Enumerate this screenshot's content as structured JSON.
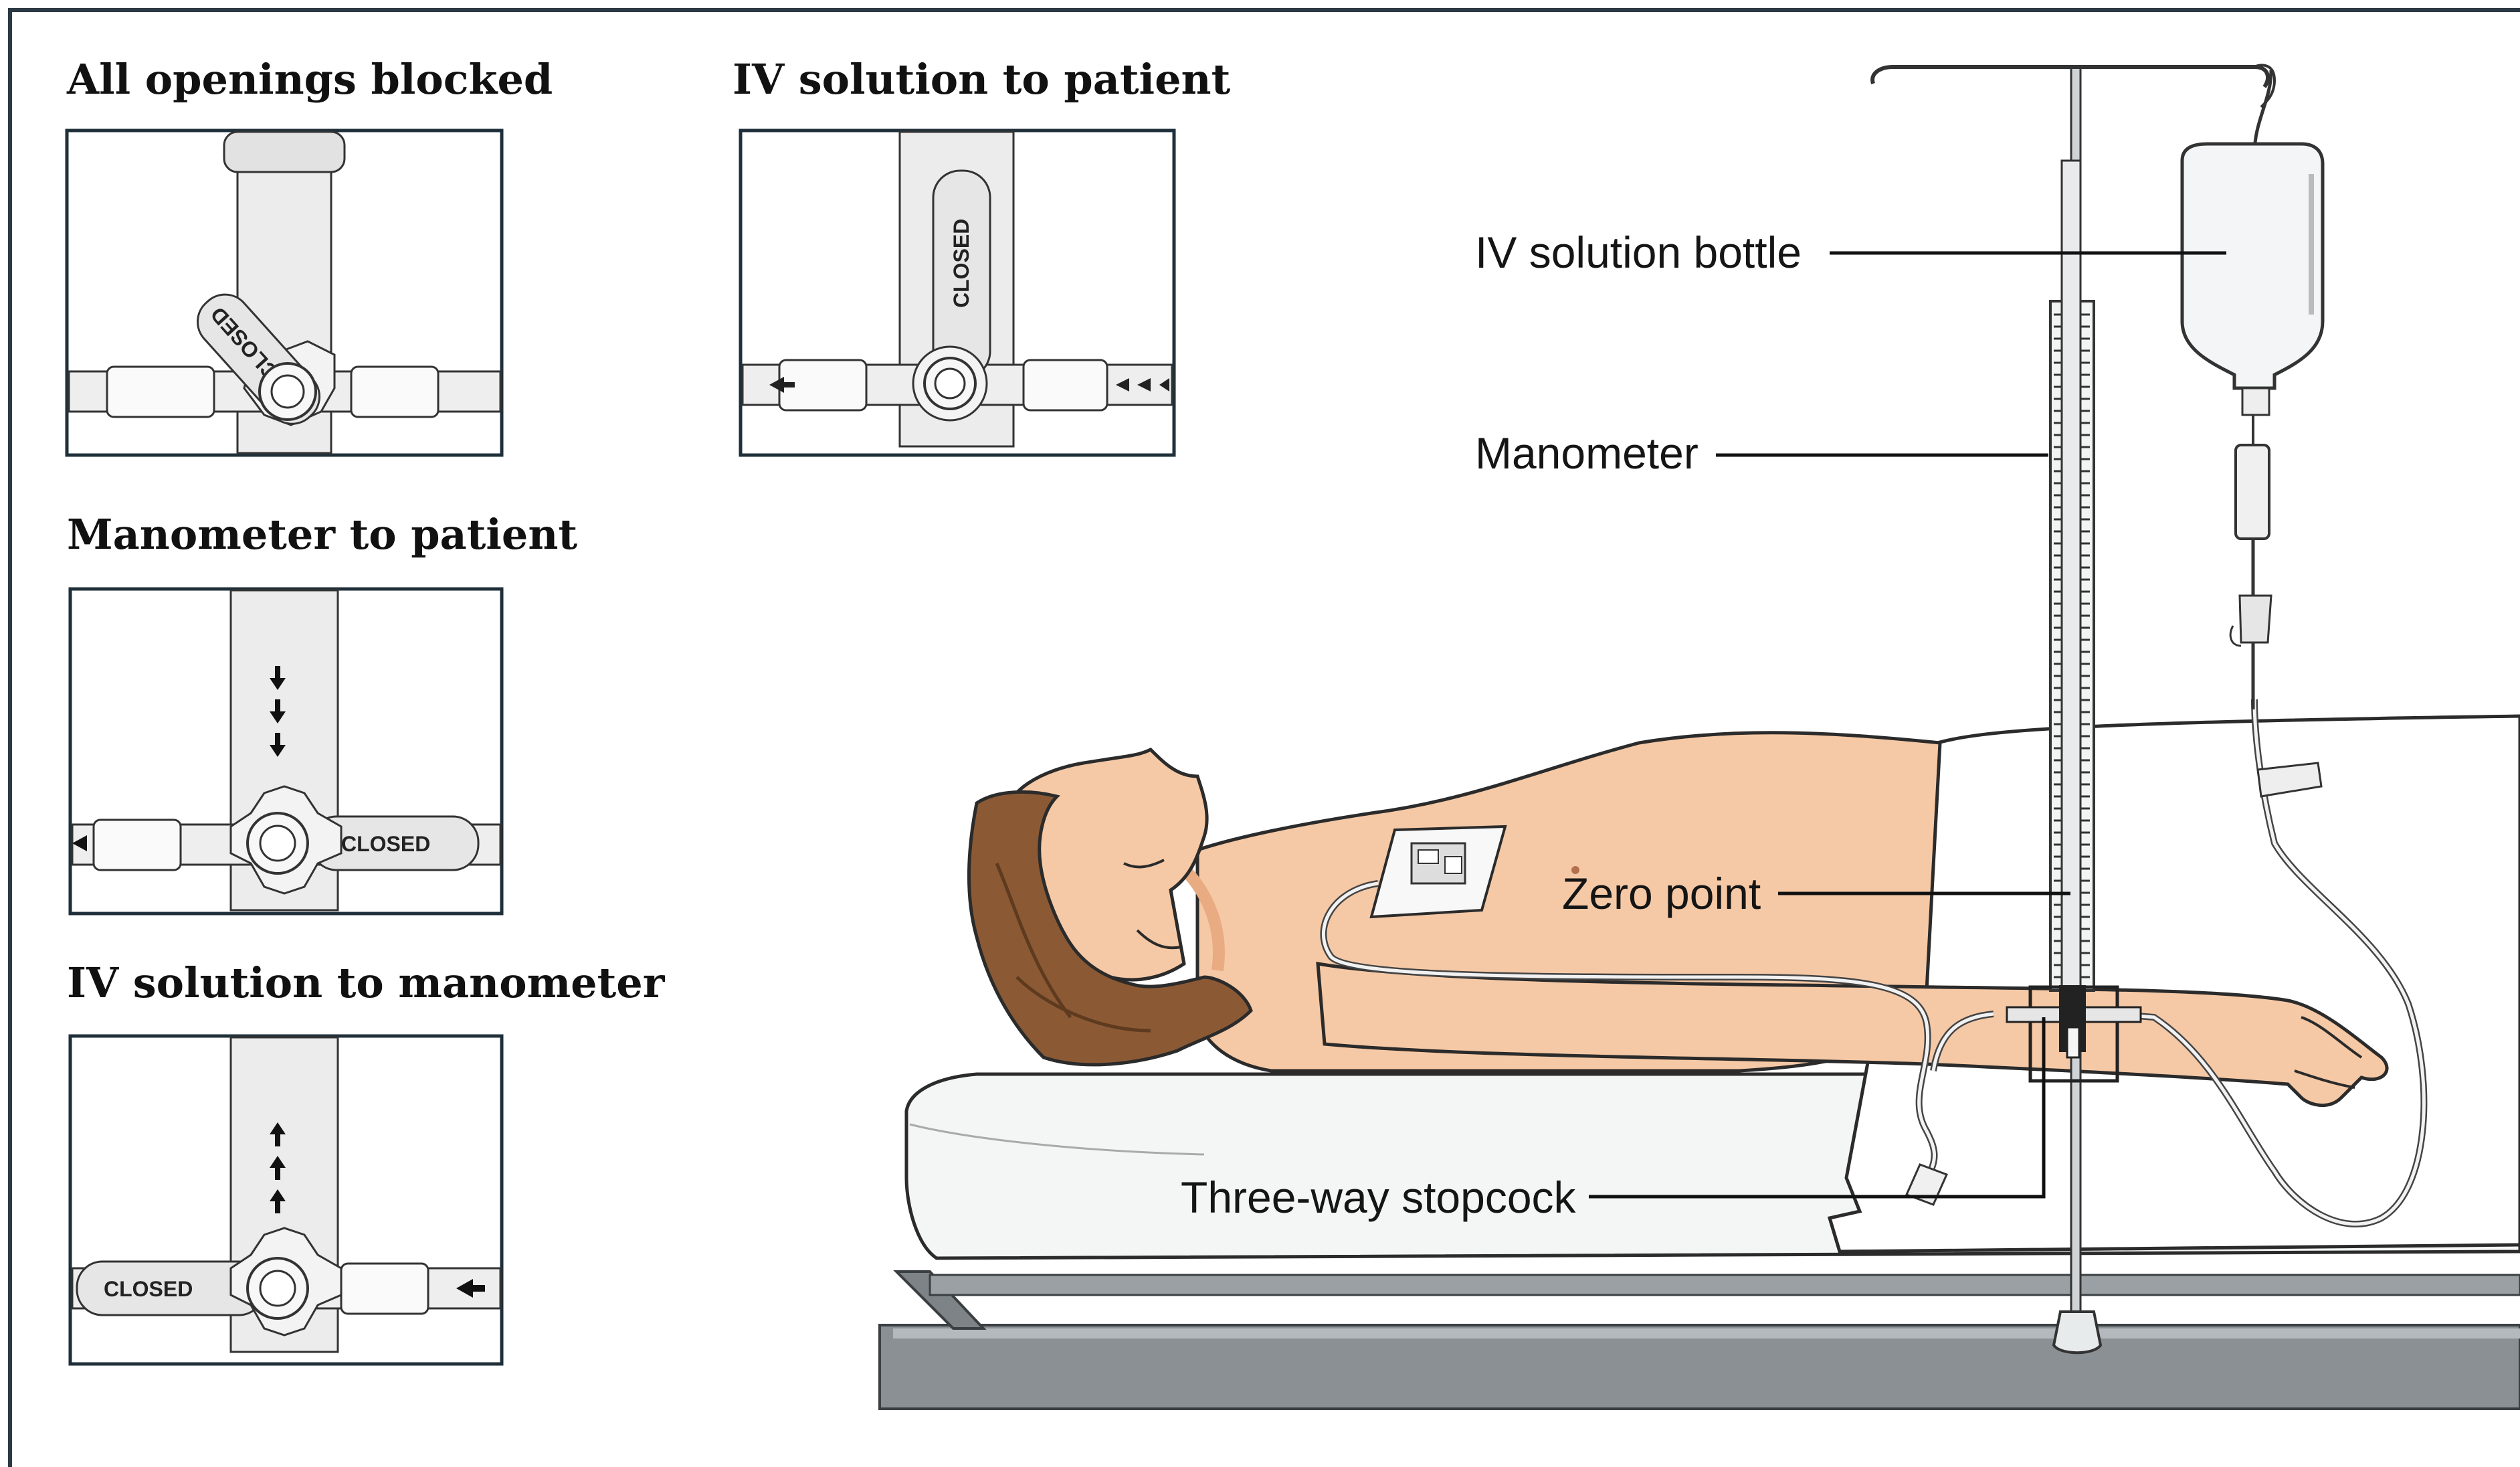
{
  "panels": [
    {
      "title": "All openings blocked",
      "handle_text": "CLOSED"
    },
    {
      "title": "IV solution to patient",
      "handle_text": "CLOSED"
    },
    {
      "title": "Manometer to patient",
      "handle_text": "CLOSED"
    },
    {
      "title": "IV solution to manometer",
      "handle_text": "CLOSED"
    }
  ],
  "labels": {
    "bottle": "IV solution bottle",
    "manometer": "Manometer",
    "zero_point": "Zero point",
    "stopcock": "Three-way stopcock"
  },
  "colors": {
    "skin": "#f6c9a6",
    "skin_shadow": "#e8ab82",
    "hair": "#8b5a35",
    "line": "#2a2a2a",
    "frame": "#2c3a44",
    "bed": "#f4f6f6",
    "bed_frame": "#7d8386"
  }
}
